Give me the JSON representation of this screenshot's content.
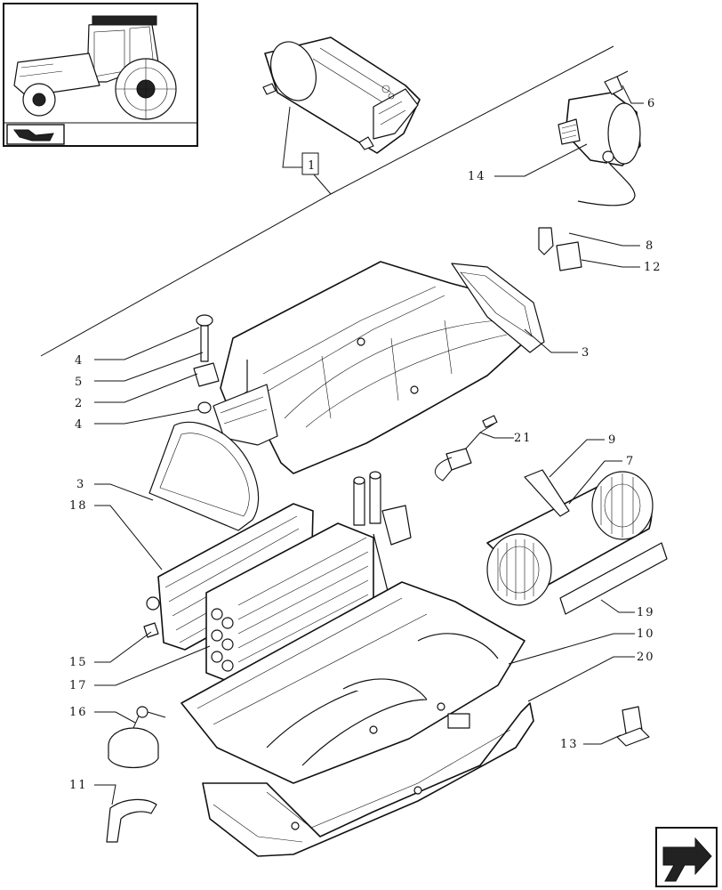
{
  "labels": {
    "l1": "1",
    "l4a": "4",
    "l5": "5",
    "l2": "2",
    "l4b": "4",
    "l3a": "3",
    "l3b": "3",
    "l18": "18",
    "l15": "15",
    "l17": "17",
    "l16": "16",
    "l11": "11",
    "l6": "6",
    "l14": "14",
    "l8": "8",
    "l12": "12",
    "l21": "21",
    "l9": "9",
    "l7": "7",
    "l19": "19",
    "l10": "10",
    "l20": "20",
    "l13": "13"
  },
  "icons": {
    "thumbnail": "tractor-thumbnail-icon",
    "page_corner": "book-arrow-icon",
    "next_page": "next-page-arrow-icon"
  },
  "colors": {
    "ink": "#111111",
    "paper": "#ffffff"
  }
}
